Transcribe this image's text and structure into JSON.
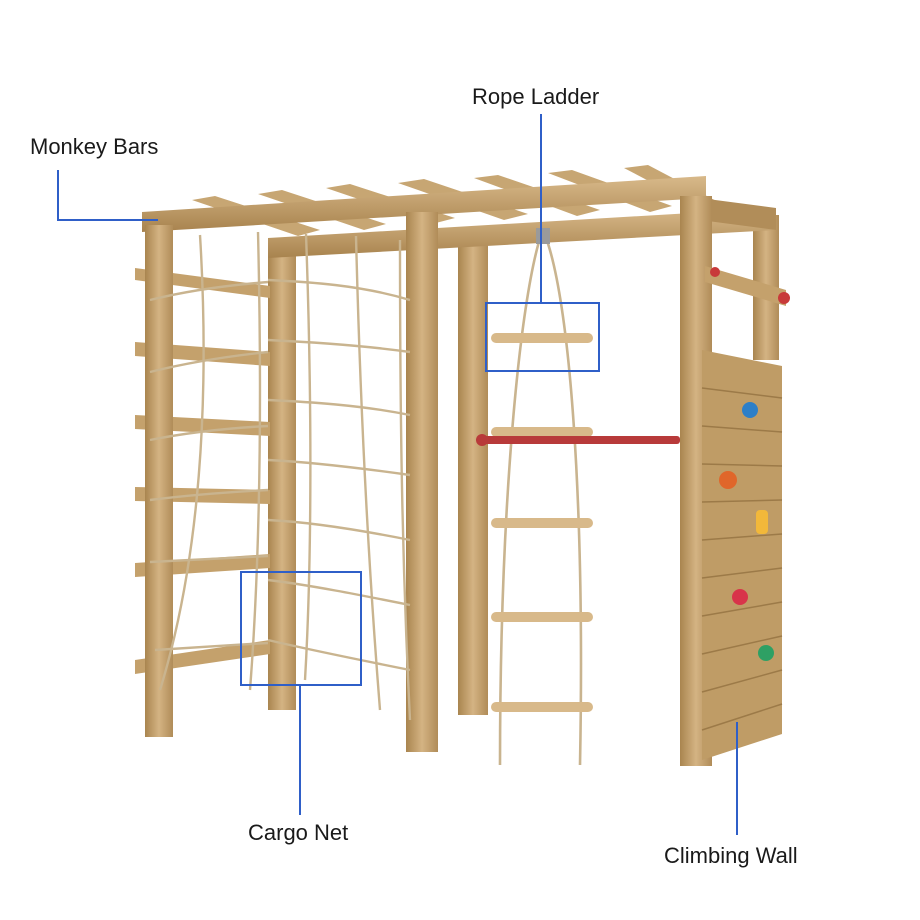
{
  "labels": {
    "rope_ladder": "Rope Ladder",
    "monkey_bars": "Monkey Bars",
    "cargo_net": "Cargo Net",
    "climbing_wall": "Climbing Wall"
  },
  "colors": {
    "callout_line": "#2f5fc8",
    "wood_light": "#c9a874",
    "wood_mid": "#b8925a",
    "wood_dark": "#9c7a48",
    "rope": "#c9b48f",
    "red_bar": "#b83a3a",
    "hold_blue": "#2d7fc8",
    "hold_orange": "#e0662a",
    "hold_yellow": "#f2b83a",
    "hold_red": "#d8344a",
    "hold_green": "#2ea064"
  }
}
